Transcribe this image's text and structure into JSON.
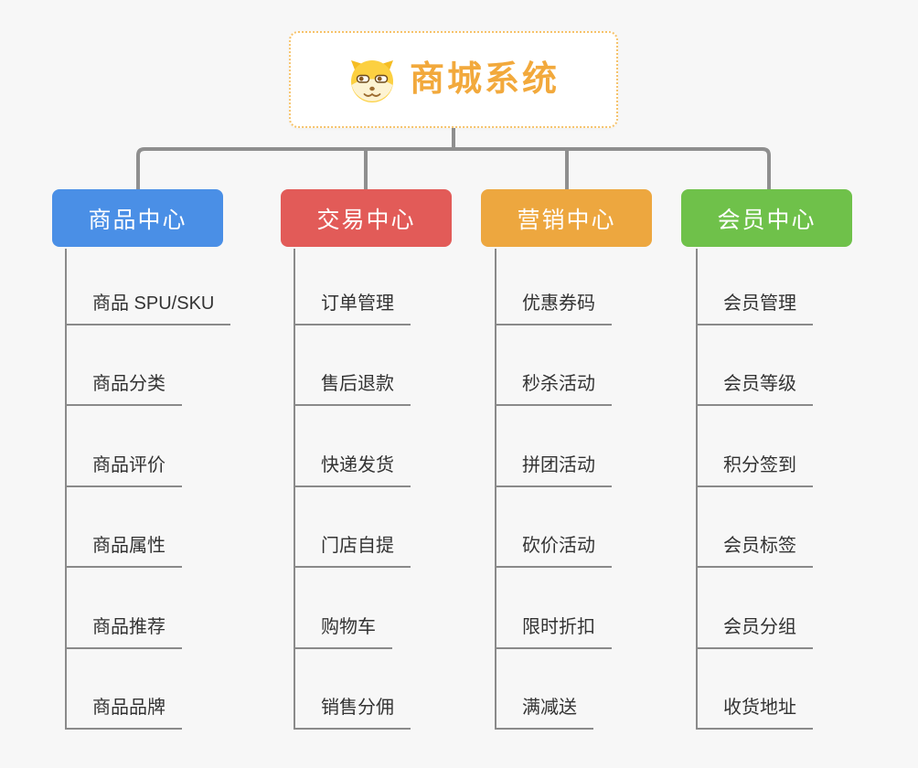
{
  "root": {
    "title": "商城系统",
    "icon": "shiba-dog-icon"
  },
  "branches": [
    {
      "label": "商品中心",
      "color": "#4a8fe6",
      "items": [
        "商品 SPU/SKU",
        "商品分类",
        "商品评价",
        "商品属性",
        "商品推荐",
        "商品品牌"
      ]
    },
    {
      "label": "交易中心",
      "color": "#e25b58",
      "items": [
        "订单管理",
        "售后退款",
        "快递发货",
        "门店自提",
        "购物车",
        "销售分佣"
      ]
    },
    {
      "label": "营销中心",
      "color": "#eda73f",
      "items": [
        "优惠券码",
        "秒杀活动",
        "拼团活动",
        "砍价活动",
        "限时折扣",
        "满减送"
      ]
    },
    {
      "label": "会员中心",
      "color": "#6fc14a",
      "items": [
        "会员管理",
        "会员等级",
        "积分签到",
        "会员标签",
        "会员分组",
        "收货地址"
      ]
    }
  ],
  "colors": {
    "background": "#f7f7f7",
    "connector": "#8f8f8f",
    "item_text": "#333333",
    "item_line": "#8a8a8a",
    "root_text": "#f2a93c",
    "root_border": "#f6c36b"
  }
}
